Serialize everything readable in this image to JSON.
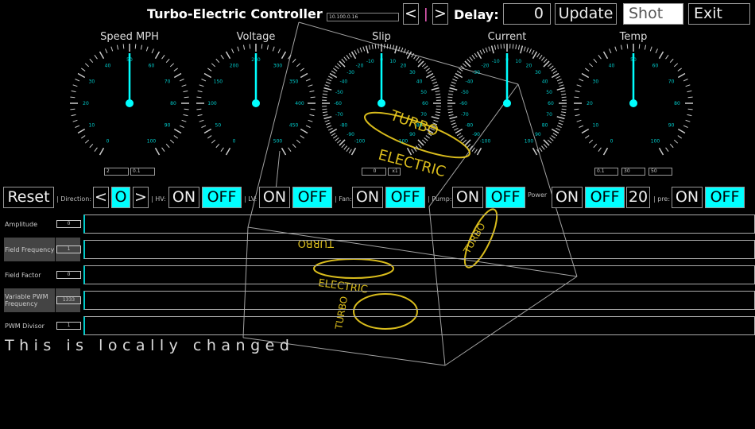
{
  "header": {
    "title": "Turbo-Electric Controller",
    "ip": "10.100.0.16",
    "prev": "<",
    "sep": "|",
    "next": ">",
    "delay_label": "Delay:",
    "delay_value": "0",
    "update": "Update",
    "shot": "Shot",
    "exit": "Exit"
  },
  "gauges": [
    {
      "label": "Speed MPH",
      "min": 0,
      "max": 100,
      "step": 10,
      "minor": 2,
      "value": 50,
      "inputs": [
        "2",
        "0.1"
      ]
    },
    {
      "label": "Voltage",
      "min": 0,
      "max": 500,
      "step": 50,
      "minor": 10,
      "value": 250,
      "inputs": []
    },
    {
      "label": "Slip",
      "min": -100,
      "max": 100,
      "step": 10,
      "minor": 2,
      "value": 0,
      "inputs": [
        "0",
        "x1"
      ]
    },
    {
      "label": "Current",
      "min": -100,
      "max": 100,
      "step": 10,
      "minor": 2,
      "value": 0,
      "inputs": []
    },
    {
      "label": "Temp",
      "min": 0,
      "max": 100,
      "step": 10,
      "minor": 2,
      "value": 50,
      "inputs": [
        "0.1",
        "30",
        "50"
      ]
    }
  ],
  "controls": {
    "reset": "Reset",
    "direction_label": "| Direction:",
    "dir_left": "<",
    "dir_mid": "O",
    "dir_right": ">",
    "hv_label": "| HV:",
    "lv_label": "| LV:",
    "fan_label": "| Fan:",
    "pump_label": "| Pump:",
    "power_label": "Power",
    "pre_label": "| pre:",
    "on": "ON",
    "off": "OFF",
    "power_value": "20"
  },
  "rows": [
    {
      "label": "Amplitude",
      "value": "0"
    },
    {
      "label": "Field Frequency",
      "value": "1"
    },
    {
      "label": "Field Factor",
      "value": "0"
    },
    {
      "label": "Variable PWM Frequency",
      "value": "1333"
    },
    {
      "label": "PWM Divisor",
      "value": "1"
    }
  ],
  "message": "This is locally changed",
  "logo": {
    "top": "TURBO",
    "bottom": "ELECTRIC"
  },
  "colors": {
    "accent": "#00ffff",
    "logo": "#f0d020"
  }
}
